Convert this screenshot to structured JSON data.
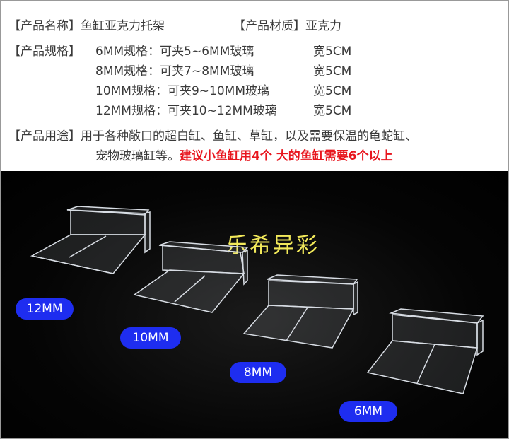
{
  "info": {
    "name_label": "【产品名称】",
    "name_value": "鱼缸亚克力托架",
    "material_label": "【产品材质】",
    "material_value": "亚克力",
    "spec_label": "【产品规格】",
    "specs": [
      {
        "size": "6MM规格：可夹5~6MM玻璃",
        "width": "宽5CM"
      },
      {
        "size": "8MM规格：可夹7~8MM玻璃",
        "width": "宽5CM"
      },
      {
        "size": "10MM规格：可夹9~10MM玻璃",
        "width": "宽5CM"
      },
      {
        "size": "12MM规格：可夹10~12MM玻璃",
        "width": "宽5CM"
      }
    ],
    "usage_label": "【产品用途】",
    "usage_line1": "用于各种敞口的超白缸、鱼缸、草缸，以及需要保温的龟蛇缸、",
    "usage_line2": "宠物玻璃缸等。",
    "usage_highlight": "建议小鱼缸用4个  大的鱼缸需要6个以上"
  },
  "photo": {
    "brand": "乐希异彩",
    "labels": [
      "12MM",
      "10MM",
      "8MM",
      "6MM"
    ],
    "accent": "#1e2df0"
  }
}
